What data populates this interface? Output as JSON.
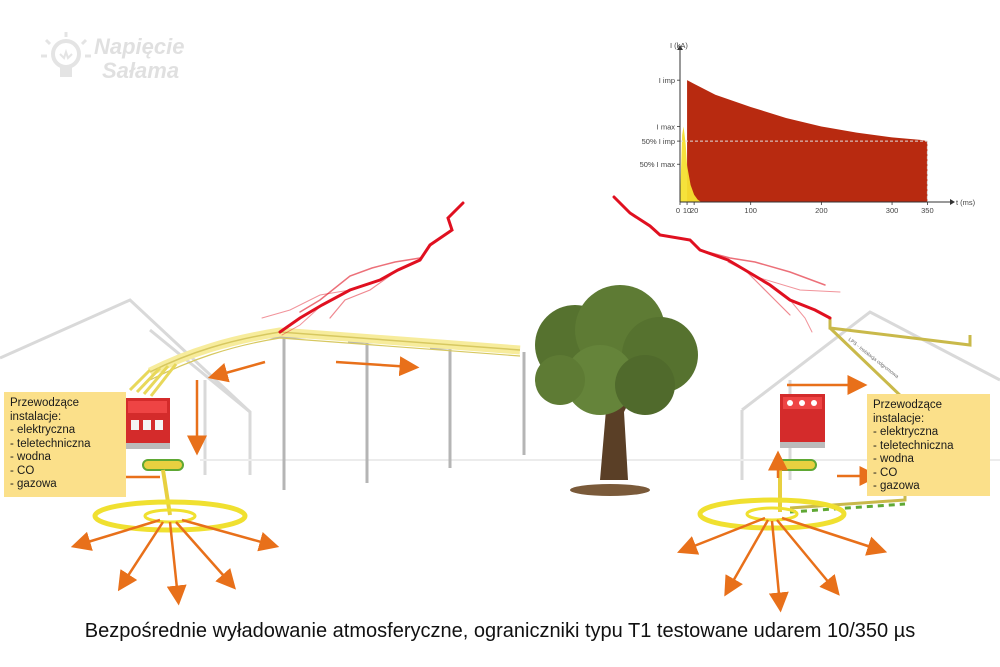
{
  "logo": {
    "line1": "Napięcie",
    "line2": "Sałama"
  },
  "left_box": {
    "title1": "Przewodzące",
    "title2": "instalacje:",
    "items": [
      "- elektryczna",
      "- teletechniczna",
      "- wodna",
      "- CO",
      "- gazowa"
    ]
  },
  "right_box": {
    "title1": "Przewodzące",
    "title2": "instalacje:",
    "items": [
      "- elektryczna",
      "- teletechniczna",
      "- wodna",
      "- CO",
      "- gazowa"
    ]
  },
  "caption": "Bezpośrednie wyładowanie atmosferyczne, ograniczniki typu T1 testowane udarem 10/350 µs",
  "lpz_label": "LPS - instalacja odgromowa",
  "colors": {
    "impulse": "#b82a10",
    "impulse_small": "#f5e030",
    "lightning": "#e01020",
    "arrows": "#e8701a",
    "conductor": "#f0e070",
    "box": "#fbe08a"
  },
  "chart_data": {
    "type": "area",
    "xlabel": "t (ms)",
    "ylabel": "I (kA)",
    "x_ticks": [
      "0",
      "10",
      "20",
      "100",
      "200",
      "300",
      "350"
    ],
    "x_tick_values": [
      0,
      10,
      20,
      100,
      200,
      300,
      350
    ],
    "y_ticks": [
      "I imp",
      "I max",
      "50% I imp",
      "50% I max"
    ],
    "y_tick_values": [
      100,
      62,
      50,
      31
    ],
    "xlim": [
      0,
      365
    ],
    "ylim": [
      0,
      110
    ],
    "series": [
      {
        "x": [
          10,
          20,
          50,
          100,
          150,
          200,
          250,
          300,
          340,
          350
        ],
        "y": [
          100,
          97,
          88,
          78,
          69,
          62,
          57,
          53,
          51,
          50
        ]
      },
      {
        "x": [
          0,
          3,
          5,
          8,
          10,
          15,
          20,
          25,
          30
        ],
        "y": [
          0,
          55,
          62,
          48,
          30,
          14,
          6,
          2,
          0
        ]
      }
    ]
  }
}
